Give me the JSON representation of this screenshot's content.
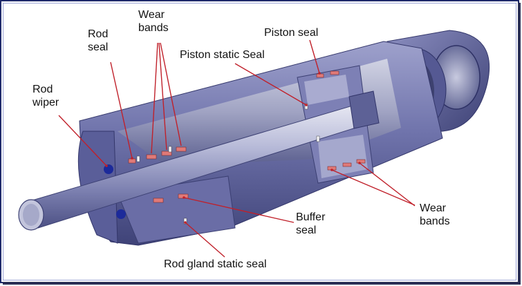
{
  "labels": {
    "rod_seal": [
      "Rod",
      "seal"
    ],
    "wear_bands_top": [
      "Wear",
      "bands"
    ],
    "piston_static_seal": "Piston static Seal",
    "piston_seal": "Piston seal",
    "rod_wiper": [
      "Rod",
      "wiper"
    ],
    "buffer_seal": [
      "Buffer",
      "seal"
    ],
    "wear_bands_right": [
      "Wear",
      "bands"
    ],
    "rod_gland_static_seal": "Rod gland static seal"
  },
  "colors": {
    "leader": "#c0202a",
    "seal": "#e07a78",
    "body": "#6c6fa8",
    "rod": "#9aa0c8",
    "frame": "#1f2a6b"
  }
}
